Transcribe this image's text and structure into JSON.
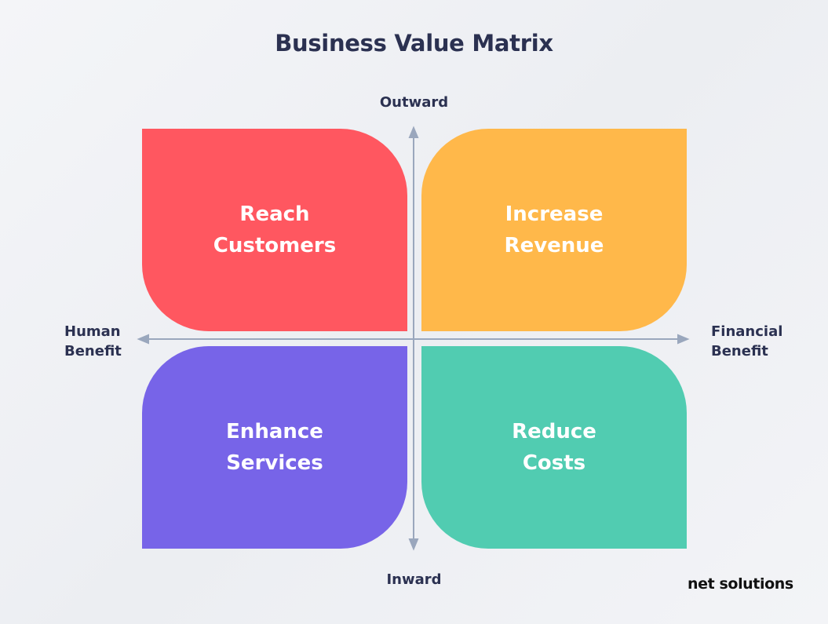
{
  "title": "Business Value Matrix",
  "axes": {
    "top": "Outward",
    "bottom": "Inward",
    "left": [
      "Human",
      "Benefit"
    ],
    "right": [
      "Financial",
      "Benefit"
    ]
  },
  "quadrants": {
    "top_left": {
      "lines": [
        "Reach",
        "Customers"
      ],
      "color": "#ff5760"
    },
    "top_right": {
      "lines": [
        "Increase",
        "Revenue"
      ],
      "color": "#ffb84a"
    },
    "bottom_left": {
      "lines": [
        "Enhance",
        "Services"
      ],
      "color": "#7764e8"
    },
    "bottom_right": {
      "lines": [
        "Reduce",
        "Costs"
      ],
      "color": "#51ccb1"
    }
  },
  "axis_color": "#9aa7bd",
  "logo": "net solutions"
}
